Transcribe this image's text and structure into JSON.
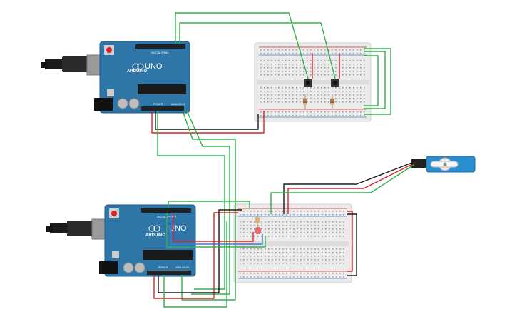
{
  "boards": [
    {
      "id": "uno-top",
      "brand": "ARDUINO",
      "model": "UNO",
      "header_power": "POWER",
      "header_analog": "ANALOG IN",
      "header_digital": "DIGITAL (PWM~)"
    },
    {
      "id": "uno-bottom",
      "brand": "ARDUINO",
      "model": "UNO",
      "header_power": "POWER",
      "header_analog": "ANALOG IN",
      "header_digital": "DIGITAL (PWM~)"
    }
  ],
  "colors": {
    "board": "#2f76a8",
    "board_dark": "#1e5a86",
    "breadboard": "#ececec",
    "wire_green": "#2fb24a",
    "wire_red": "#d8232a",
    "wire_black": "#1a1a1a",
    "wire_blue": "#3a7bd5",
    "servo": "#2a8fd0",
    "usb": "#8a8a8a"
  }
}
